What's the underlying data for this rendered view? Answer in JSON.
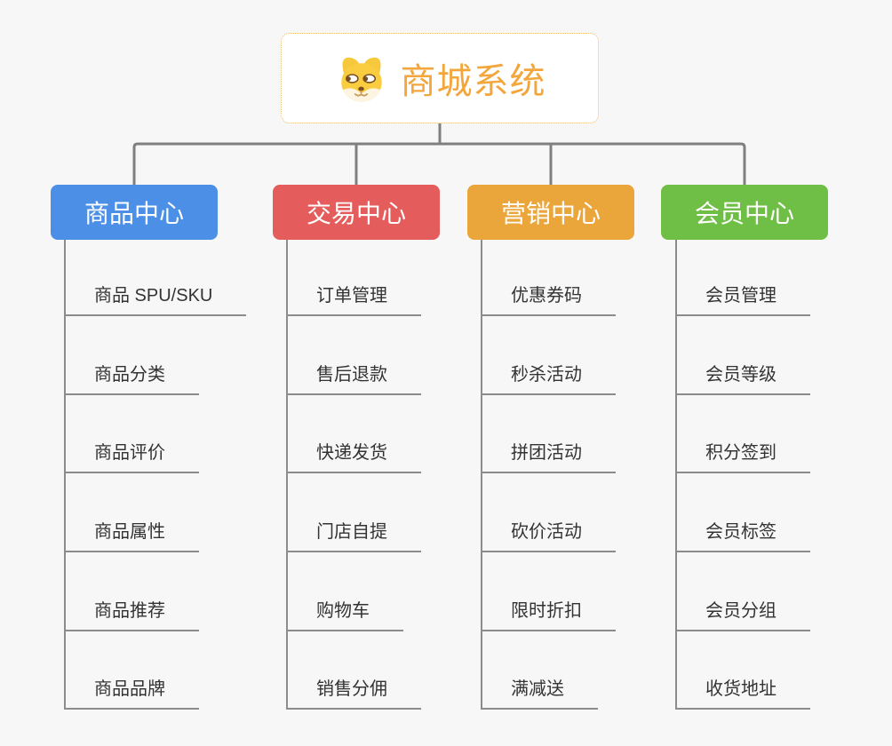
{
  "root": {
    "title": "商城系统",
    "icon": "shiba-dog-icon"
  },
  "branches": [
    {
      "label": "商品中心",
      "color": "#4B90E6",
      "items": [
        "商品 SPU/SKU",
        "商品分类",
        "商品评价",
        "商品属性",
        "商品推荐",
        "商品品牌"
      ]
    },
    {
      "label": "交易中心",
      "color": "#E45C5C",
      "items": [
        "订单管理",
        "售后退款",
        "快递发货",
        "门店自提",
        "购物车",
        "销售分佣"
      ]
    },
    {
      "label": "营销中心",
      "color": "#EBA63B",
      "items": [
        "优惠券码",
        "秒杀活动",
        "拼团活动",
        "砍价活动",
        "限时折扣",
        "满减送"
      ]
    },
    {
      "label": "会员中心",
      "color": "#6FBE45",
      "items": [
        "会员管理",
        "会员等级",
        "积分签到",
        "会员标签",
        "会员分组",
        "收货地址"
      ]
    }
  ],
  "colors": {
    "background": "#F7F7F7",
    "connector_line": "#7F7F7F",
    "underline": "#8C8C8C",
    "item_text": "#333333",
    "root_text": "#F2A63C",
    "root_border": "#F3BE67",
    "branch_text": "#FFFFFF"
  }
}
